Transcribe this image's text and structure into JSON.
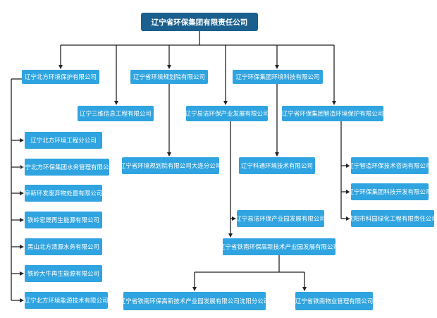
{
  "root": {
    "label": "辽宁省环保集团有限责任公司"
  },
  "nodes": {
    "n1": "辽宁北方环境保护有限公司",
    "n2": "辽宁省环境规划院有限公司",
    "n3": "辽宁环保集团环境科技有限公司",
    "n4": "辽宁三维信息工程有限公司",
    "n5": "辽宁易洁环保产业发展有限公司",
    "n6": "辽宁省环保集团智造环境保护有限公司",
    "n7": "辽宁北方环境工程分公司",
    "n8": "辽宁北方环保集团水务管理有限公司",
    "n9": "阜新环发废弃物处置有限公司",
    "n10": "铁岭宏晟再生能源有限公司",
    "n11": "黑山北方清源水务有限公司",
    "n12": "铁岭大牛再生能源有限公司",
    "n13": "辽宁北方环境能源技术有限公司",
    "n14": "辽宁省环境规划院有限公司大连分公司",
    "n15": "辽宁科通环境技术有限公司",
    "n16": "辽宁易洁环保产业园发展有限公司",
    "n17": "辽宁省铁南环保高新技术产业园发展有限公司",
    "n18": "辽宁省铁南环保高新技术产业园发展有限公司沈阳分公司",
    "n19": "辽宁省铁南物业管理有限公司",
    "n20": "辽宁智造环保技术咨询有限公司",
    "n21": "辽宁环保集团科技开发有限公司",
    "n22": "沈阳市科园绿化工程有限责任公司"
  },
  "colors": {
    "node": "#2fa4e0",
    "root": "#1b5f8e",
    "line": "#222222"
  }
}
